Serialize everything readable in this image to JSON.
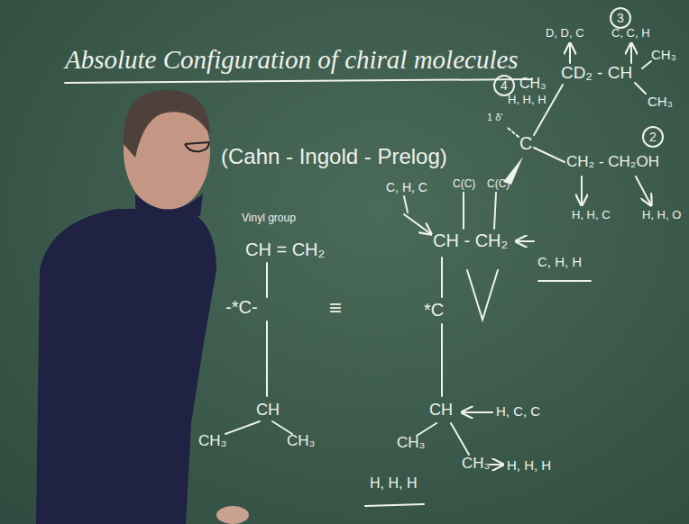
{
  "diagram": {
    "title": "Absolute Configuration of chiral molecules",
    "nodes": [
      {
        "text": [
          "3"
        ]
      },
      {
        "text": [
          "4"
        ]
      },
      {
        "text": [
          "2"
        ]
      }
    ],
    "labels": [
      "(Cahn - Ingold - Prelog)",
      "Vinyl group",
      "CH = CH₂",
      "-*C-",
      "CH",
      "CH₃",
      "CH₃",
      "≡",
      "C, H, C",
      "C(C)",
      "C(C)",
      "CH₃",
      "H, H, H",
      "CH - CH₂",
      "C, H, H",
      "*C",
      "CH",
      "H, C, C",
      "CH₃",
      "CH₃",
      "H, H, H",
      "H, H, H",
      "D, D, C",
      "C, C, H",
      "CD₂ - CH",
      "CH₃",
      "CH₃",
      "1 δ'",
      "C",
      "CH₂ - CH₂OH",
      "H, H, C",
      "H, H, O"
    ]
  }
}
